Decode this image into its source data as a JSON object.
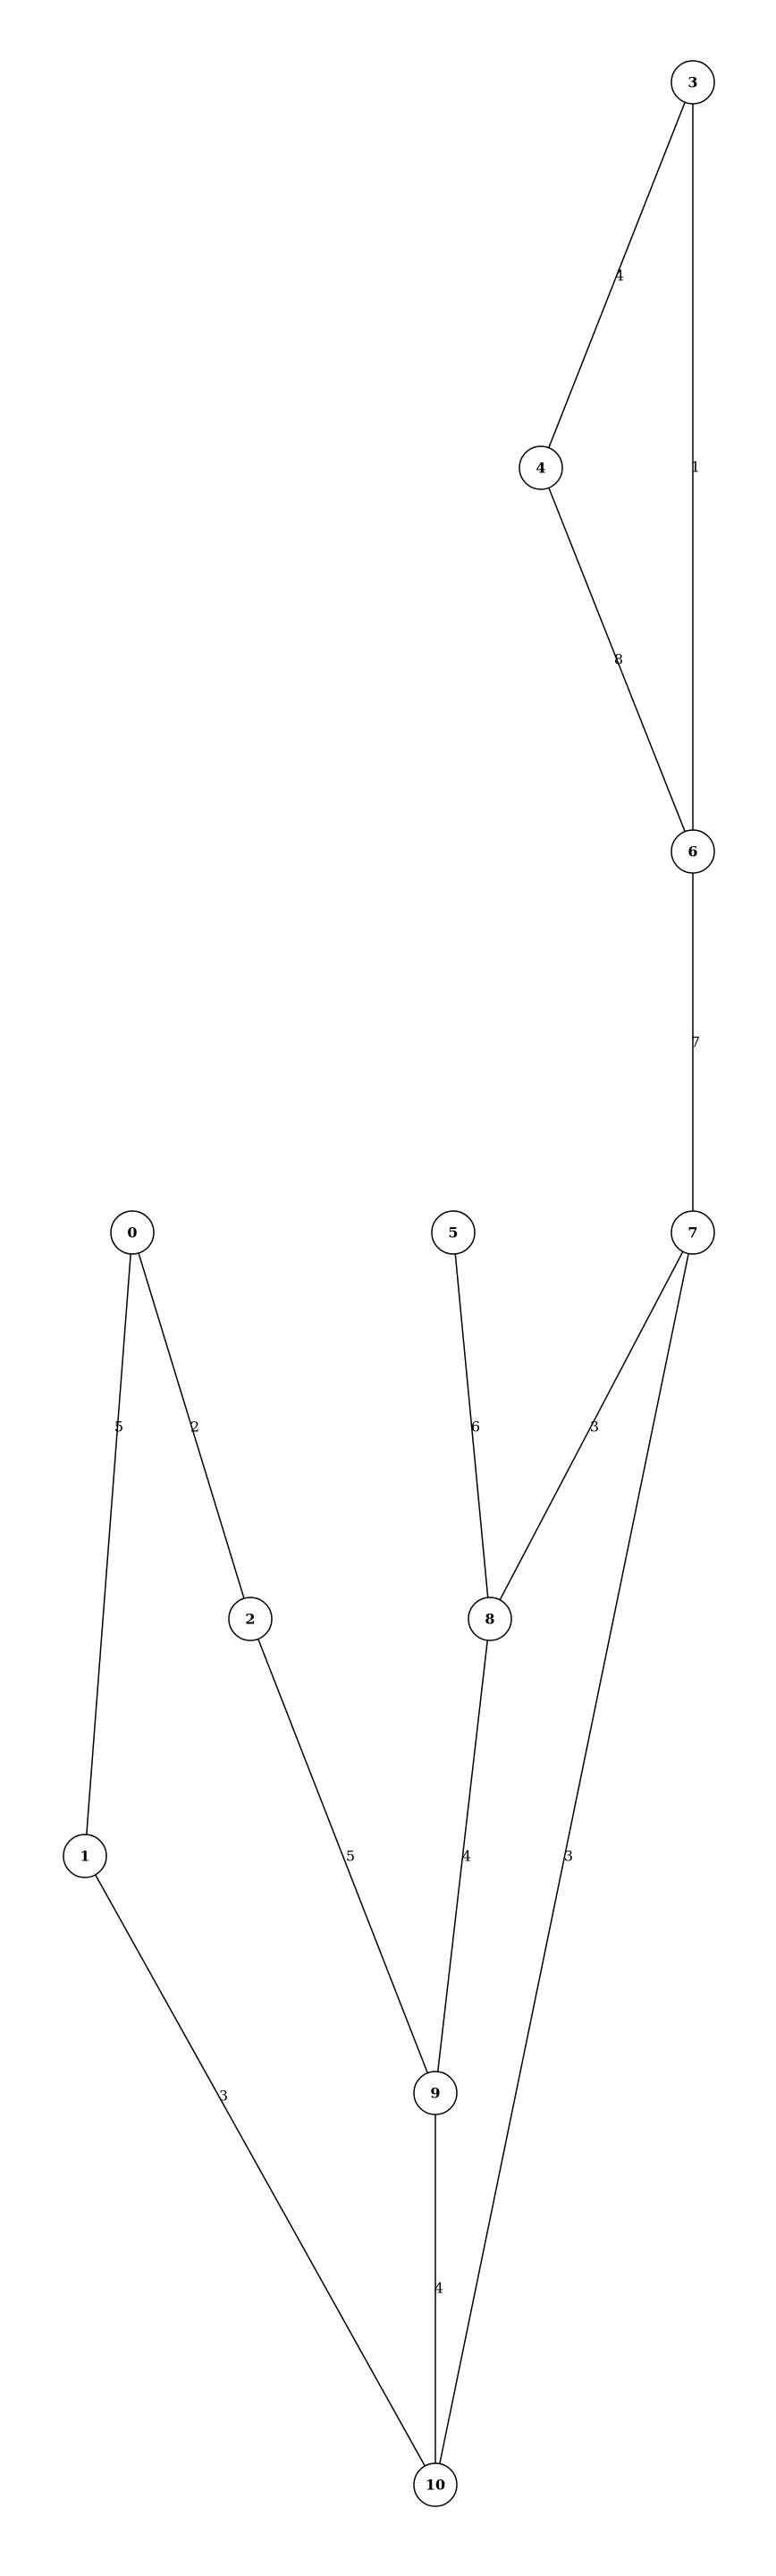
{
  "graph": {
    "type": "undirected-weighted-graph",
    "nodes": [
      "0",
      "1",
      "2",
      "3",
      "4",
      "5",
      "6",
      "7",
      "8",
      "9",
      "10"
    ],
    "edges": [
      {
        "source": "3",
        "target": "4",
        "weight": "4"
      },
      {
        "source": "3",
        "target": "6",
        "weight": "1"
      },
      {
        "source": "4",
        "target": "6",
        "weight": "8"
      },
      {
        "source": "6",
        "target": "7",
        "weight": "7"
      },
      {
        "source": "0",
        "target": "1",
        "weight": "5"
      },
      {
        "source": "0",
        "target": "2",
        "weight": "2"
      },
      {
        "source": "5",
        "target": "8",
        "weight": "6"
      },
      {
        "source": "7",
        "target": "8",
        "weight": "3"
      },
      {
        "source": "7",
        "target": "10",
        "weight": "3"
      },
      {
        "source": "2",
        "target": "9",
        "weight": "5"
      },
      {
        "source": "8",
        "target": "9",
        "weight": "4"
      },
      {
        "source": "1",
        "target": "10",
        "weight": "3"
      },
      {
        "source": "9",
        "target": "10",
        "weight": "4"
      }
    ]
  },
  "colors": {
    "stroke": "#000000",
    "node_fill": "#ffffff",
    "background": "#ffffff"
  }
}
